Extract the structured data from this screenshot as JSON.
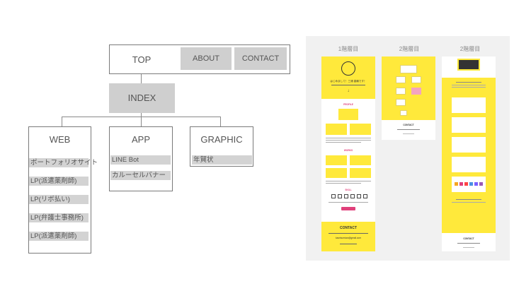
{
  "sitemap": {
    "top": "TOP",
    "about": "ABOUT",
    "contact": "CONTACT",
    "index": "INDEX",
    "web": {
      "title": "WEB",
      "items": [
        "ポートフォリオサイト",
        "LP(派遣薬剤師)",
        "LP(リボ払い)",
        "LP(弁護士事務所)",
        "LP(派遣薬剤師)"
      ]
    },
    "app": {
      "title": "APP",
      "items": [
        "LINE Bot",
        "カルーセルバナー"
      ]
    },
    "graphic": {
      "title": "GRAPHIC",
      "items": [
        "年賀状"
      ]
    }
  },
  "wireframes": {
    "col1_title": "1階層目",
    "col2_title": "2階層目",
    "col3_title": "2階層目",
    "col1": {
      "greeting": "はじめまして！三浦 香織です！",
      "profile_heading": "PROFILE",
      "works_heading": "WORKS",
      "skill_heading": "SKILL",
      "contact_heading": "CONTACT",
      "email": "kaorisumiura@gmail.com"
    },
    "col2": {
      "contact_heading": "CONTACT"
    },
    "col3": {
      "contact_heading": "CONTACT"
    }
  },
  "colors": {
    "accent_yellow": "#ffe93b",
    "accent_pink": "#e0407b",
    "node_grey": "#cfcfcf",
    "panel_bg": "#f1f1f1"
  }
}
